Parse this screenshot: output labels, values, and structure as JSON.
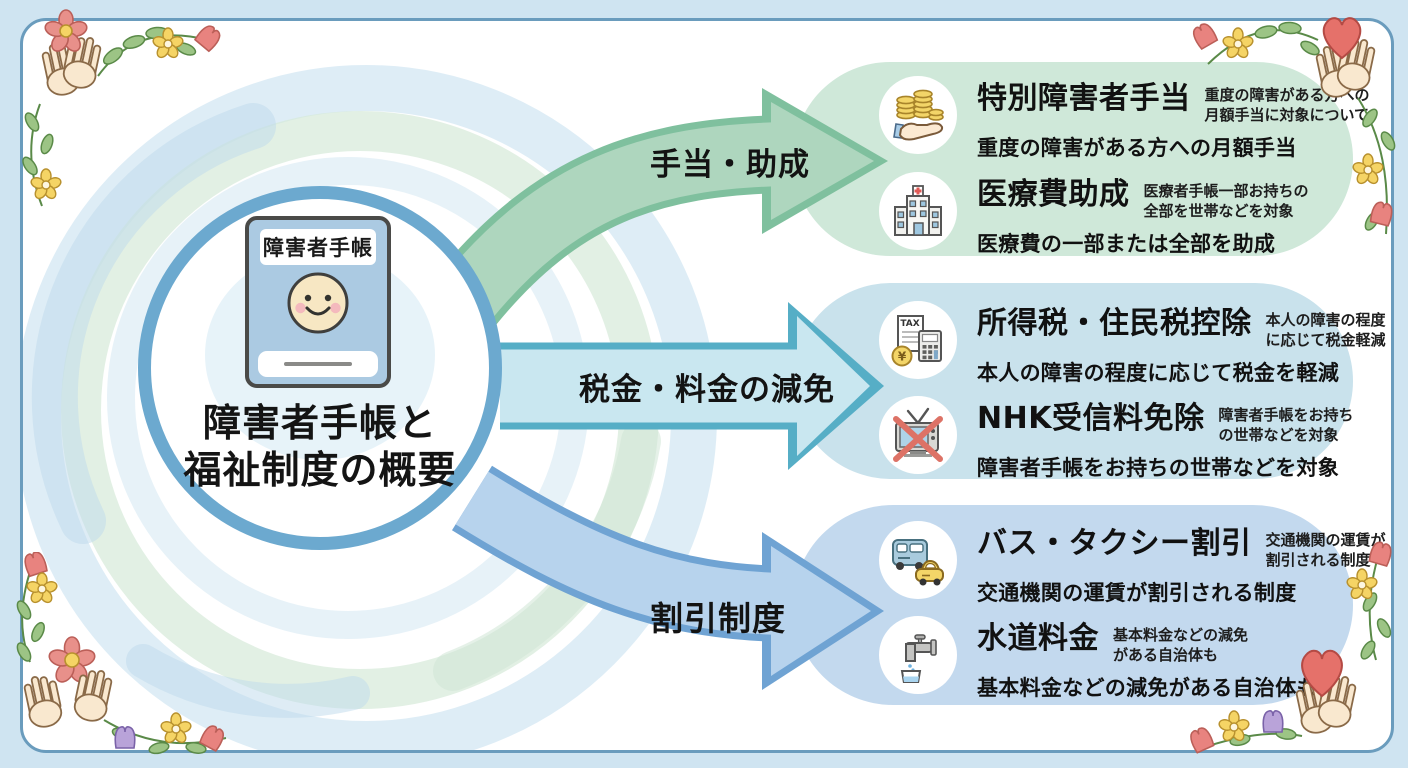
{
  "page": {
    "background_color": "#cfe4f1",
    "card_border_color": "#6a9cbd",
    "circle_ring_color": "#6ca9cf"
  },
  "center": {
    "booklet_label": "障害者手帳",
    "title_line1": "障害者手帳と",
    "title_line2": "福祉制度の概要"
  },
  "icon_texts": {
    "tax": "TAX",
    "yen": "¥"
  },
  "icons": [
    "coins-hand-icon",
    "hospital-icon",
    "tax-calculator-icon",
    "tv-no-fee-icon",
    "bus-taxi-icon",
    "water-faucet-icon"
  ],
  "branches": [
    {
      "arrow_label": "手当・助成",
      "arrow_fill": "#aed6be",
      "arrow_border": "#7fc09e",
      "box_color": "#cfe8d9",
      "items": [
        {
          "icon": "coins-hand-icon",
          "title": "特別障害者手当",
          "note_line1": "重度の障害がある方への",
          "note_line2": "月額手当に対象について",
          "subtitle": "重度の障害がある方への月額手当"
        },
        {
          "icon": "hospital-icon",
          "title": "医療費助成",
          "note_line1": "医療者手帳一部お持ちの",
          "note_line2": "全部を世帯などを対象",
          "subtitle": "医療費の一部または全部を助成"
        }
      ]
    },
    {
      "arrow_label": "税金・料金の減免",
      "arrow_fill": "#c9e7f0",
      "arrow_border": "#56aec6",
      "box_color": "#c9e2ec",
      "items": [
        {
          "icon": "tax-calculator-icon",
          "title": "所得税・住民税控除",
          "note_line1": "本人の障害の程度",
          "note_line2": "に応じて税金軽減",
          "subtitle": "本人の障害の程度に応じて税金を軽減"
        },
        {
          "icon": "tv-no-fee-icon",
          "title": "NHK受信料免除",
          "note_line1": "障害者手帳をお持ち",
          "note_line2": "の世帯などを対象",
          "subtitle": "障害者手帳をお持ちの世帯などを対象"
        }
      ]
    },
    {
      "arrow_label": "割引制度",
      "arrow_fill": "#b7d3ed",
      "arrow_border": "#6fa3d3",
      "box_color": "#c3d9ee",
      "items": [
        {
          "icon": "bus-taxi-icon",
          "title": "バス・タクシー割引",
          "note_line1": "交通機関の運賃が",
          "note_line2": "割引される制度",
          "subtitle": "交通機関の運賃が割引される制度"
        },
        {
          "icon": "water-faucet-icon",
          "title": "水道料金",
          "note_line1": "基本料金などの減免",
          "note_line2": "がある自治体も",
          "subtitle": "基本料金などの減免がある自治体も"
        }
      ]
    }
  ]
}
